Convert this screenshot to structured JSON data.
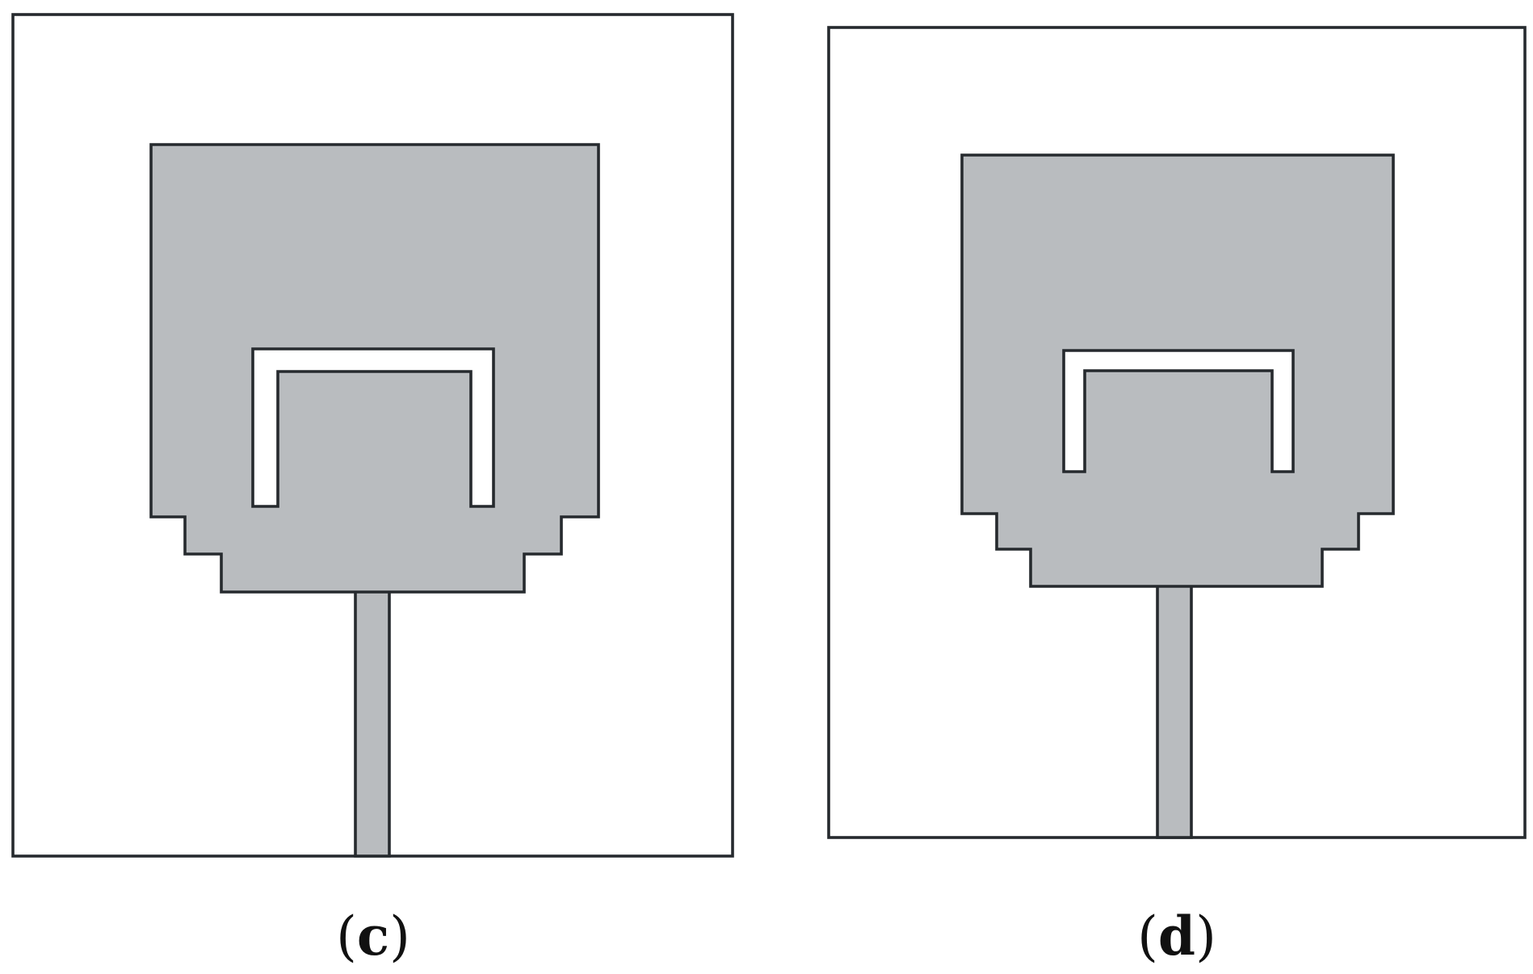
{
  "panels": [
    {
      "id": "c",
      "open": "(",
      "label": "c",
      "close": ")"
    },
    {
      "id": "d",
      "open": "(",
      "label": "d",
      "close": ")"
    }
  ],
  "colors": {
    "patch_fill": "#b9bcbf",
    "outline": "#262a2e",
    "background": "#ffffff"
  }
}
